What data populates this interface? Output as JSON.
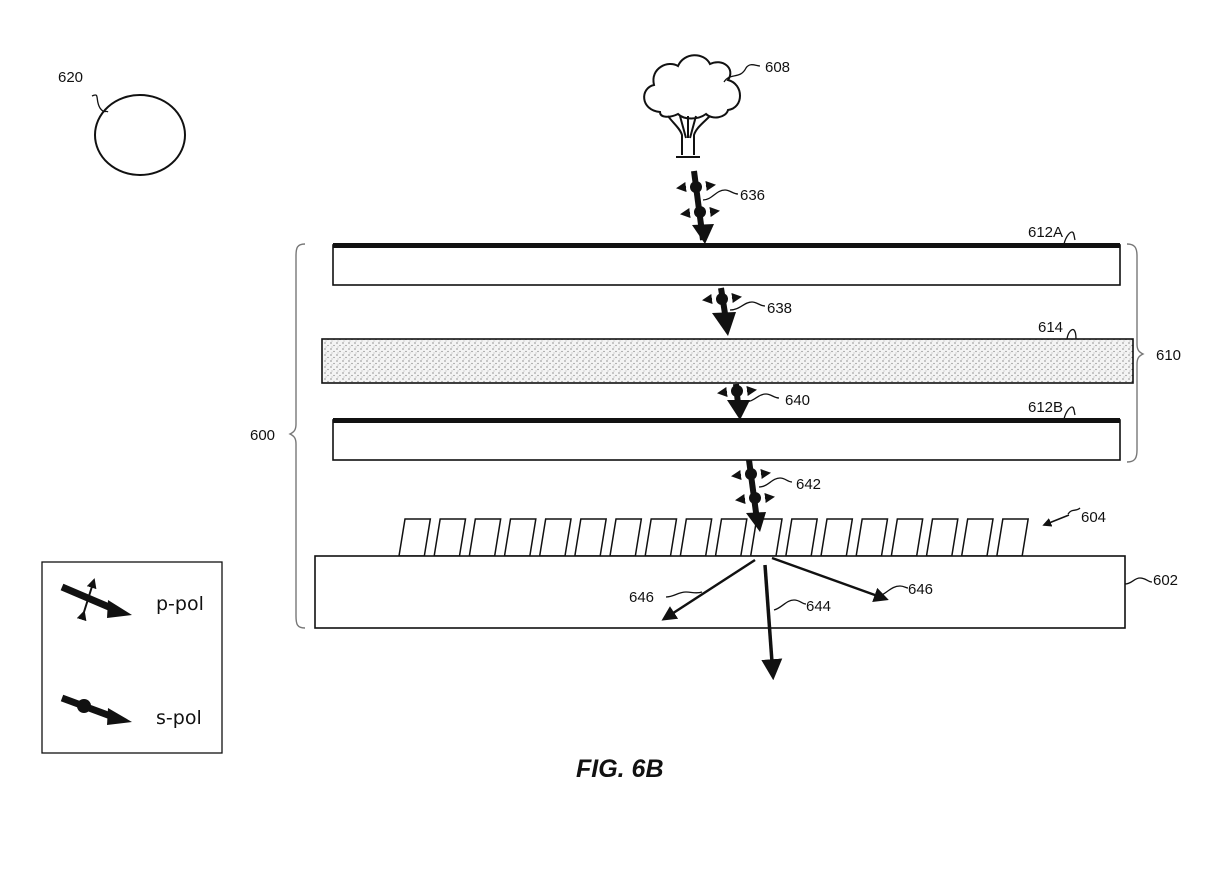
{
  "figure": {
    "caption": "FIG. 6B",
    "colors": {
      "ink": "#111111",
      "stipple": "#f2f2f2",
      "bracket": "#777777"
    }
  },
  "labels": {
    "light_source": "620",
    "object": "608",
    "display_system": "600",
    "polarizer_stack": "610",
    "polarizer_a": "612A",
    "retarder": "614",
    "polarizer_b": "612B",
    "grating": "604",
    "waveguide": "602",
    "beam_636": "636",
    "beam_638": "638",
    "beam_640": "640",
    "beam_642": "642",
    "beam_644": "644",
    "beam_646_left": "646",
    "beam_646_right": "646"
  },
  "legend": {
    "items": [
      {
        "icon": "p-pol-arrow-icon",
        "label": "p-pol"
      },
      {
        "icon": "s-pol-arrow-icon",
        "label": "s-pol"
      }
    ]
  },
  "grating": {
    "tooth_count": 18
  }
}
